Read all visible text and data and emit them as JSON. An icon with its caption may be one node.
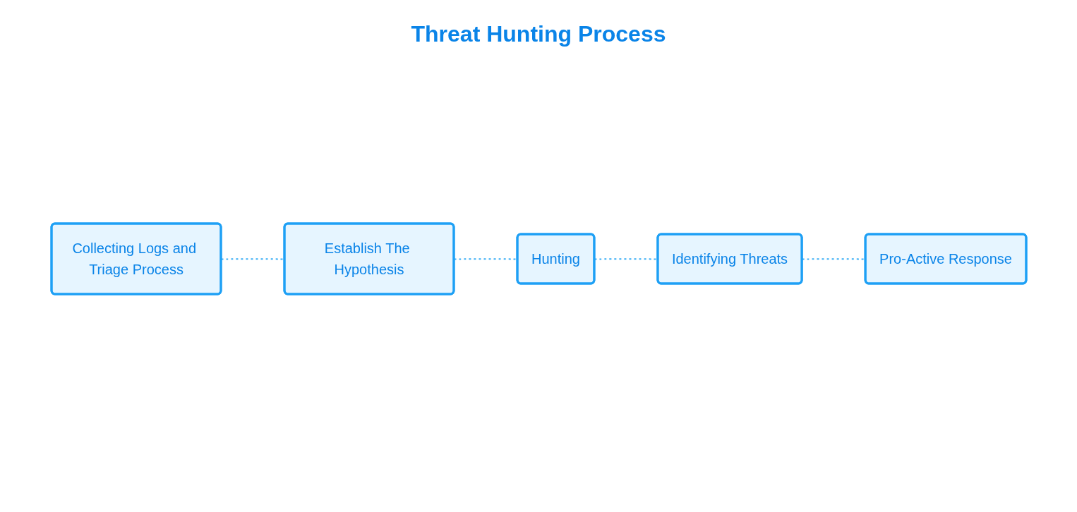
{
  "diagram": {
    "title": "Threat Hunting Process",
    "nodes": [
      {
        "text": [
          "Collecting Logs and Triage Process"
        ]
      },
      {
        "text": [
          "Establish The Hypothesis"
        ]
      },
      {
        "text": [
          "Hunting"
        ]
      },
      {
        "text": [
          "Identifying Threats"
        ]
      },
      {
        "text": [
          "Pro-Active Response"
        ]
      }
    ],
    "edges": [
      {
        "from": 0,
        "to": 1,
        "arrow": "none",
        "style": "dashed"
      },
      {
        "from": 1,
        "to": 2,
        "arrow": "none",
        "style": "dashed"
      },
      {
        "from": 2,
        "to": 3,
        "arrow": "none",
        "style": "dashed"
      },
      {
        "from": 3,
        "to": 4,
        "arrow": "none",
        "style": "dashed"
      }
    ]
  }
}
